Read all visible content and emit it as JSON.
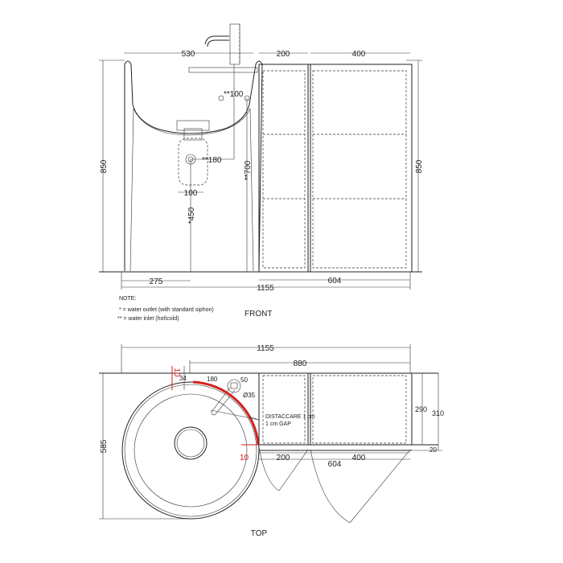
{
  "front": {
    "title": "FRONT",
    "dims": {
      "basin_width": "530",
      "cab_left": "200",
      "cab_right": "400",
      "height_left": "850",
      "height_right": "850",
      "inlet_spacing": "**100",
      "inlet_offset": "**180",
      "inlet_height": "**700",
      "siphon_width": "100",
      "outlet_height": "*450",
      "outlet_offset": "275",
      "total_width": "1155",
      "cab_width": "604"
    },
    "notes": {
      "heading": "NOTE:",
      "line1": "* = water outlet (with standard siphon)",
      "line2": "** = water inlet (hot\\cold)"
    }
  },
  "top": {
    "title": "TOP",
    "dims": {
      "total_width": "1155",
      "cab_span": "880",
      "gap_top": "10",
      "gap_side": "10",
      "offset": "34",
      "tap_offset": "180",
      "tap_size": "50",
      "tap_hole": "Ø35",
      "depth": "585",
      "cab_depth": "290",
      "cab_depth_total": "310",
      "plinth": "20",
      "cab_left": "200",
      "cab_right": "400",
      "cab_width": "604"
    },
    "gap_note": {
      "line1": "DISTACCARE 1 cm",
      "line2": "1 cm GAP"
    },
    "colors": {
      "gap_highlight": "#d42020"
    }
  }
}
